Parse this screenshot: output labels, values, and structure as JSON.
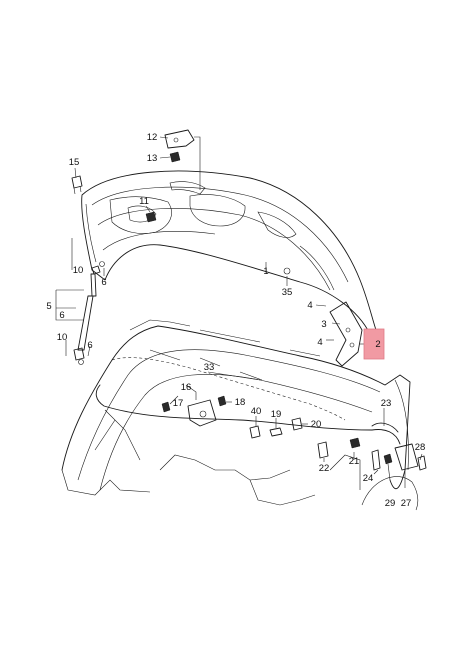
{
  "callouts": [
    {
      "id": "c1",
      "text": "1"
    },
    {
      "id": "c2",
      "text": "2",
      "highlighted": true
    },
    {
      "id": "c3",
      "text": "3"
    },
    {
      "id": "c4a",
      "text": "4"
    },
    {
      "id": "c4b",
      "text": "4"
    },
    {
      "id": "c5",
      "text": "5"
    },
    {
      "id": "c6a",
      "text": "6"
    },
    {
      "id": "c6b",
      "text": "6"
    },
    {
      "id": "c6c",
      "text": "6"
    },
    {
      "id": "c10a",
      "text": "10"
    },
    {
      "id": "c10b",
      "text": "10"
    },
    {
      "id": "c11",
      "text": "11"
    },
    {
      "id": "c12",
      "text": "12"
    },
    {
      "id": "c13",
      "text": "13"
    },
    {
      "id": "c15",
      "text": "15"
    },
    {
      "id": "c16",
      "text": "16"
    },
    {
      "id": "c17",
      "text": "17"
    },
    {
      "id": "c18",
      "text": "18"
    },
    {
      "id": "c19",
      "text": "19"
    },
    {
      "id": "c20",
      "text": "20"
    },
    {
      "id": "c21",
      "text": "21"
    },
    {
      "id": "c22",
      "text": "22"
    },
    {
      "id": "c23",
      "text": "23"
    },
    {
      "id": "c24",
      "text": "24"
    },
    {
      "id": "c27",
      "text": "27"
    },
    {
      "id": "c28",
      "text": "28"
    },
    {
      "id": "c29",
      "text": "29"
    },
    {
      "id": "c33",
      "text": "33"
    },
    {
      "id": "c35",
      "text": "35"
    },
    {
      "id": "c40",
      "text": "40"
    }
  ],
  "colors": {
    "highlight": "#f19aa3",
    "line": "#1a1a1a",
    "background": "#ffffff"
  }
}
